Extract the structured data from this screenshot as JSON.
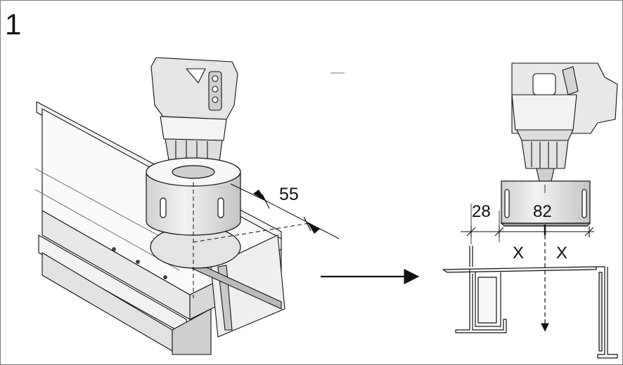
{
  "step": {
    "number": "1"
  },
  "left_view": {
    "hole_offset_label": "55"
  },
  "right_view": {
    "edge_offset_label": "28",
    "hole_diameter_label": "82",
    "spacing_left_label": "X",
    "spacing_right_label": "X"
  },
  "colors": {
    "line": "#111111",
    "light_gray": "#e6e6e6",
    "mid_gray": "#c8c8c8",
    "dark_gray": "#8a8a8a",
    "frame_border": "#7f7f7f"
  },
  "icons": [
    "drill-icon",
    "hole-saw-icon",
    "profile-beam-icon",
    "arrow-right-icon",
    "arrow-down-icon"
  ]
}
